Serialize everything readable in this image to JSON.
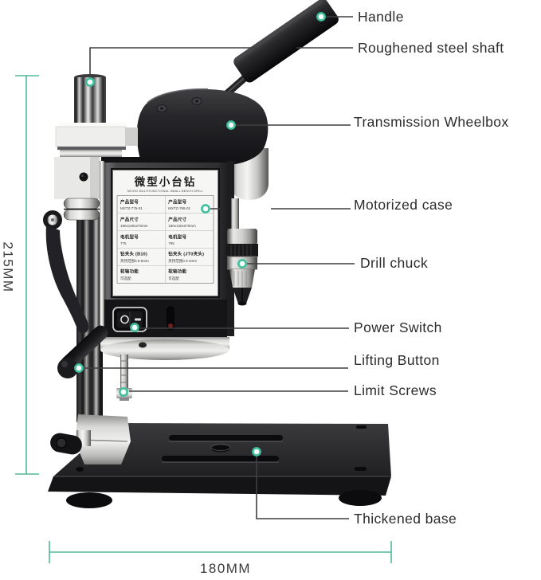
{
  "figure": {
    "background": "#ffffff",
    "accent_teal": "#3ec09c",
    "dimension_line_color": "#52b89a",
    "callout_line_color": "#3f3f41",
    "label_text_color": "#2c2c2c"
  },
  "callouts": [
    {
      "label": "Handle"
    },
    {
      "label": "Roughened steel shaft"
    },
    {
      "label": "Transmission Wheelbox"
    },
    {
      "label": "Motorized case"
    },
    {
      "label": "Drill chuck"
    },
    {
      "label": "Power Switch"
    },
    {
      "label": "Lifting Button"
    },
    {
      "label": "Limit Screws"
    },
    {
      "label": "Thickened base"
    }
  ],
  "dimensions": {
    "height_label": "215MM",
    "width_label": "180MM"
  },
  "machine_label": {
    "title": "微型小台钻",
    "subtitle": "MICRO MULTIFUNCTIONAL SMALL BENCH DRILL",
    "rows": [
      {
        "left_header": "产品型号",
        "left_value": "MXTZ-775-01",
        "right_header": "产品型号",
        "right_value": "MXTZ-795-01"
      },
      {
        "left_header": "产品尺寸",
        "left_value": "180x130x270mm",
        "right_header": "产品尺寸",
        "right_value": "180x130x270mm"
      },
      {
        "left_header": "电机型号",
        "left_value": "775",
        "right_header": "电机型号",
        "right_value": "795"
      },
      {
        "left_header": "钻夹头 (B10)",
        "left_value": "夹持范围0.6-6mm",
        "right_header": "钻夹头 (JT0夹头)",
        "right_value": "夹持范围0.3-4mm"
      },
      {
        "left_header": "软轴功能",
        "left_value": "可选配",
        "right_header": "软轴功能",
        "right_value": "可选配"
      }
    ]
  },
  "power_switch": {
    "off_marking": "O",
    "on_marking": "—"
  }
}
